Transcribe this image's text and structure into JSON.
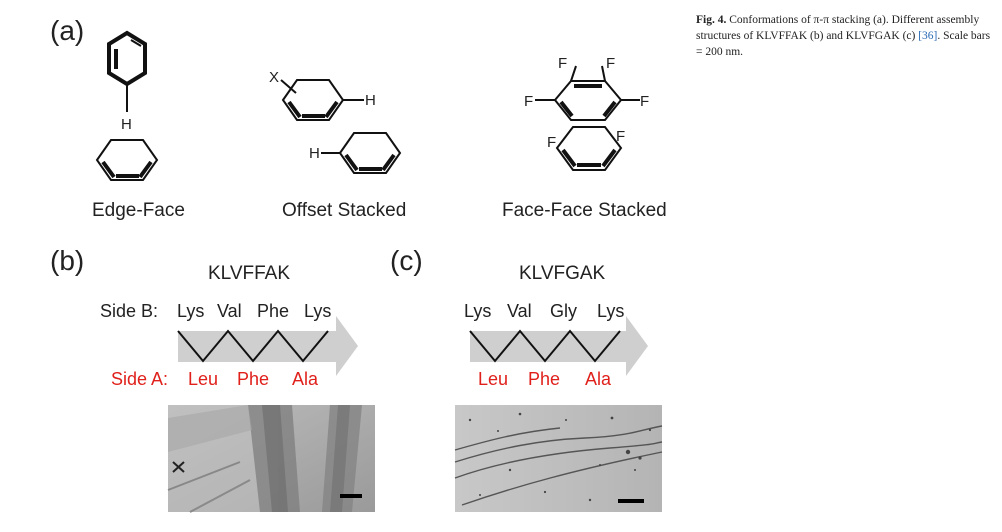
{
  "figure": {
    "panel_a": {
      "label": "(a)",
      "edge_face": {
        "title": "Edge-Face",
        "h_label": "H"
      },
      "offset_stacked": {
        "title": "Offset Stacked",
        "x_label": "X",
        "h_right": "H",
        "h_left": "H"
      },
      "face_face": {
        "title": "Face-Face Stacked",
        "f_labels": [
          "F",
          "F",
          "F",
          "F",
          "F",
          "F"
        ]
      }
    },
    "panel_b": {
      "label": "(b)",
      "peptide": "KLVFFAK",
      "side_b_title": "Side B:",
      "side_b": [
        "Lys",
        "Val",
        "Phe",
        "Lys"
      ],
      "side_a_title": "Side A:",
      "side_a": [
        "Leu",
        "Phe",
        "Ala"
      ]
    },
    "panel_c": {
      "label": "(c)",
      "peptide": "KLVFGAK",
      "side_b": [
        "Lys",
        "Val",
        "Gly",
        "Lys"
      ],
      "side_a": [
        "Leu",
        "Phe",
        "Ala"
      ]
    },
    "colors": {
      "side_a": "#e0201b",
      "arrow": "#cfcfcf",
      "text": "#222222"
    }
  },
  "caption": {
    "fig_label": "Fig. 4.",
    "text_1": "Conformations of π-π stacking (a). Different assembly structures of KLVFFAK (b) and KLVFGAK (c)",
    "citation": "[36]",
    "text_2": ". Scale bars = 200 nm."
  }
}
